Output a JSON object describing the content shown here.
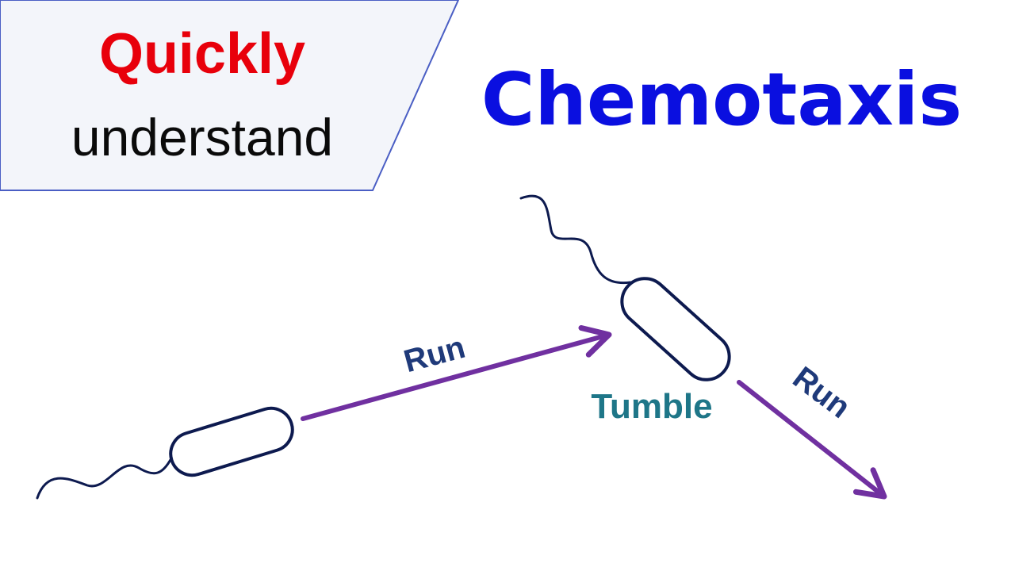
{
  "banner": {
    "line1": "Quickly",
    "line2": "understand"
  },
  "title": "Chemotaxis",
  "labels": {
    "run_first": "Run",
    "tumble": "Tumble",
    "run_second": "Run"
  },
  "colors": {
    "banner_fill": "#f3f5fa",
    "banner_border": "#4a5ec4",
    "quickly": "#e8000b",
    "understand": "#0a0a0a",
    "title": "#0a0fe0",
    "run_label": "#1f3a7a",
    "tumble_label": "#1e7688",
    "arrow": "#7030a0",
    "bacterium": "#0d1a4f"
  }
}
